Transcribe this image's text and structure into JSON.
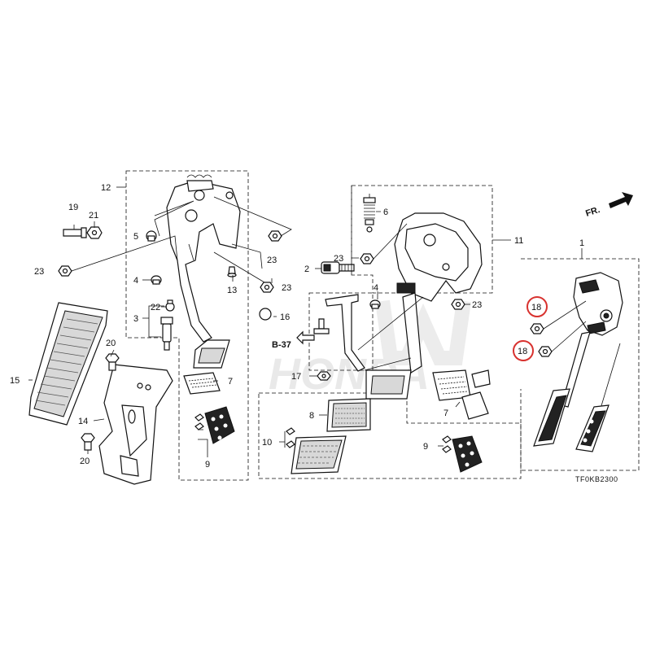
{
  "diagram": {
    "code": "TF0KB2300",
    "fr_label": "FR.",
    "ref_label": "B-37",
    "callouts": [
      {
        "id": "c1",
        "text": "1"
      },
      {
        "id": "c2",
        "text": "2"
      },
      {
        "id": "c3",
        "text": "3"
      },
      {
        "id": "c4a",
        "text": "4"
      },
      {
        "id": "c4b",
        "text": "4"
      },
      {
        "id": "c5",
        "text": "5"
      },
      {
        "id": "c6",
        "text": "6"
      },
      {
        "id": "c7a",
        "text": "7"
      },
      {
        "id": "c7b",
        "text": "7"
      },
      {
        "id": "c8",
        "text": "8"
      },
      {
        "id": "c9a",
        "text": "9"
      },
      {
        "id": "c9b",
        "text": "9"
      },
      {
        "id": "c10",
        "text": "10"
      },
      {
        "id": "c11",
        "text": "11"
      },
      {
        "id": "c12",
        "text": "12"
      },
      {
        "id": "c13",
        "text": "13"
      },
      {
        "id": "c14",
        "text": "14"
      },
      {
        "id": "c15",
        "text": "15"
      },
      {
        "id": "c16",
        "text": "16"
      },
      {
        "id": "c17",
        "text": "17"
      },
      {
        "id": "c18a",
        "text": "18"
      },
      {
        "id": "c18b",
        "text": "18"
      },
      {
        "id": "c19",
        "text": "19"
      },
      {
        "id": "c20a",
        "text": "20"
      },
      {
        "id": "c20b",
        "text": "20"
      },
      {
        "id": "c21",
        "text": "21"
      },
      {
        "id": "c22",
        "text": "22"
      },
      {
        "id": "c23a",
        "text": "23"
      },
      {
        "id": "c23b",
        "text": "23"
      },
      {
        "id": "c23c",
        "text": "23"
      },
      {
        "id": "c23d",
        "text": "23"
      },
      {
        "id": "c23e",
        "text": "23"
      }
    ],
    "highlight_color": "#d8322f",
    "line_color": "#111111"
  }
}
